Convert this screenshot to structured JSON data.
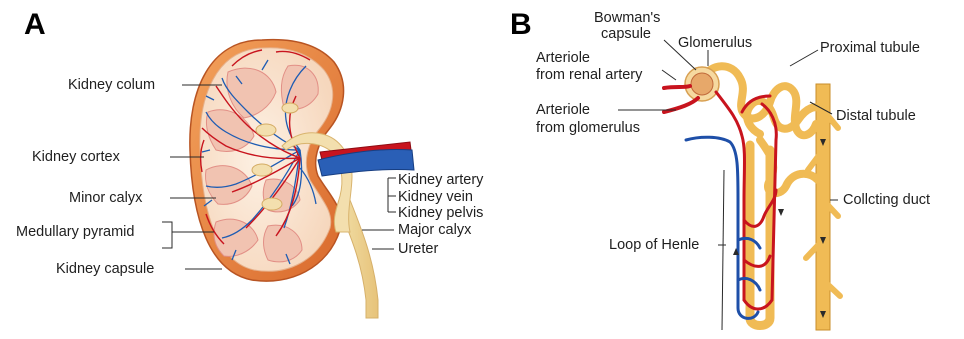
{
  "panel_a": {
    "letter": "A",
    "labels": {
      "kidney_column": "Kidney colum",
      "kidney_cortex": "Kidney cortex",
      "minor_calyx": "Minor calyx",
      "medullary_pyramid": "Medullary pyramid",
      "kidney_capsule": "Kidney capsule",
      "kidney_artery": "Kidney artery",
      "kidney_vein": "Kidney vein",
      "kidney_pelvis": "Kidney pelvis",
      "major_calyx": "Major calyx",
      "ureter": "Ureter"
    }
  },
  "panel_b": {
    "letter": "B",
    "labels": {
      "bowmans_capsule_1": "Bowman's",
      "bowmans_capsule_2": "capsule",
      "glomerulus": "Glomerulus",
      "proximal_tubule": "Proximal tubule",
      "arteriole_renal_1": "Arteriole",
      "arteriole_renal_2": "from renal artery",
      "arteriole_glom_1": "Arteriole",
      "arteriole_glom_2": "from glomerulus",
      "distal_tubule": "Distal tubule",
      "collecting_duct": "Collcting duct",
      "loop_of_henle": "Loop of Henle"
    }
  },
  "colors": {
    "artery_red": "#c8141e",
    "vein_blue": "#1e4fa8",
    "tubule_yellow": "#f2c15a",
    "capsule_orange": "#e8833a",
    "pyramid_pink": "#f4cdbf",
    "cortex_cream": "#fbe9d6"
  }
}
